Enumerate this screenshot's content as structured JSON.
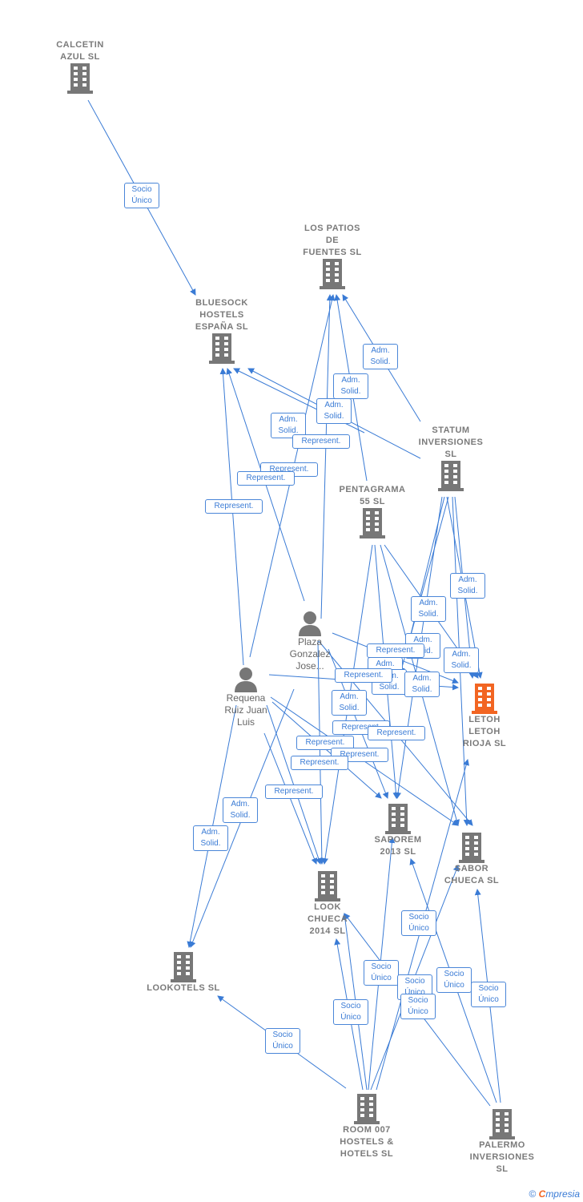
{
  "nodes": [
    {
      "id": "calcetin",
      "label": "CALCETIN\nAZUL  SL",
      "kind": "company"
    },
    {
      "id": "patios",
      "label": "LOS PATIOS\nDE\nFUENTES  SL",
      "kind": "company"
    },
    {
      "id": "bluesock",
      "label": "BLUESOCK\nHOSTELS\nESPAÑA  SL",
      "kind": "company"
    },
    {
      "id": "statum",
      "label": "STATUM\nINVERSIONES\nSL",
      "kind": "company"
    },
    {
      "id": "pentagrama",
      "label": "PENTAGRAMA\n55  SL",
      "kind": "company"
    },
    {
      "id": "plaza",
      "label": "Plaza\nGonzalez\nJose...",
      "kind": "person"
    },
    {
      "id": "requena",
      "label": "Requena\nRuiz Juan\nLuis",
      "kind": "person"
    },
    {
      "id": "letoh",
      "label": "LETOH\nLETOH\nRIOJA  SL",
      "kind": "company",
      "highlight": true
    },
    {
      "id": "saporem",
      "label": "SAPOREM\n2013 SL",
      "kind": "company"
    },
    {
      "id": "sabor",
      "label": "SABOR\nCHUECA  SL",
      "kind": "company"
    },
    {
      "id": "look",
      "label": "LOOK\nCHUECA\n2014  SL",
      "kind": "company"
    },
    {
      "id": "lookotels",
      "label": "LOOKOTELS SL",
      "kind": "company"
    },
    {
      "id": "room007",
      "label": "ROOM 007\nHOSTELS &\nHOTELS  SL",
      "kind": "company"
    },
    {
      "id": "palermo",
      "label": "PALERMO\nINVERSIONES\nSL",
      "kind": "company"
    }
  ],
  "edge_labels": [
    {
      "id": "e1",
      "text": "Socio\nÚnico"
    },
    {
      "id": "e2",
      "text": "Adm.\nSolid."
    },
    {
      "id": "e3",
      "text": "Adm.\nSolid."
    },
    {
      "id": "e4",
      "text": "Adm.\nSolid."
    },
    {
      "id": "e5",
      "text": "Adm.\nSolid."
    },
    {
      "id": "e6",
      "text": "Represent."
    },
    {
      "id": "e7",
      "text": "Represent."
    },
    {
      "id": "e8",
      "text": "Represent."
    },
    {
      "id": "e9",
      "text": "Represent."
    },
    {
      "id": "e10",
      "text": "Adm.\nSolid."
    },
    {
      "id": "e11",
      "text": "Adm.\nSolid."
    },
    {
      "id": "e12",
      "text": "Adm.\nSolid."
    },
    {
      "id": "e13",
      "text": "Adm.\nSolid."
    },
    {
      "id": "e14",
      "text": "Represent."
    },
    {
      "id": "e15",
      "text": "Adm.\nSolid."
    },
    {
      "id": "e16",
      "text": "Adm.\nSolid."
    },
    {
      "id": "e17",
      "text": "Represent."
    },
    {
      "id": "e18",
      "text": "Adm.\nSolid."
    },
    {
      "id": "e19",
      "text": "Represent."
    },
    {
      "id": "e20",
      "text": "Represent."
    },
    {
      "id": "e21",
      "text": "Represent."
    },
    {
      "id": "e22",
      "text": "Represent."
    },
    {
      "id": "e23",
      "text": "Represent."
    },
    {
      "id": "e24",
      "text": "Represent."
    },
    {
      "id": "e25",
      "text": "Adm.\nSolid."
    },
    {
      "id": "e26",
      "text": "Adm.\nSolid."
    },
    {
      "id": "e27",
      "text": "Socio\nÚnico"
    },
    {
      "id": "e28",
      "text": "Socio\nÚnico"
    },
    {
      "id": "e29",
      "text": "Socio\nÚnico"
    },
    {
      "id": "e30",
      "text": "Socio\nÚnico"
    },
    {
      "id": "e31",
      "text": "Socio\nÚnico"
    },
    {
      "id": "e32",
      "text": "Socio\nÚnico"
    },
    {
      "id": "e33",
      "text": "Socio\nÚnico"
    },
    {
      "id": "e34",
      "text": "Socio\nÚnico"
    }
  ],
  "footer": {
    "copyright": "©",
    "brand_e": "C",
    "brand_rest": "mpresia"
  },
  "colors": {
    "edge": "#3a7bd5",
    "building": "#777777",
    "building_highlight": "#f26522",
    "person": "#777777"
  }
}
